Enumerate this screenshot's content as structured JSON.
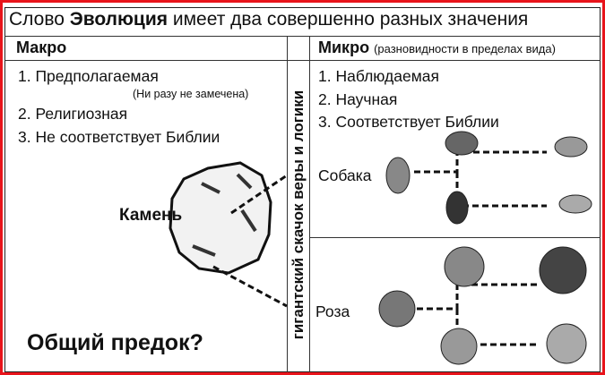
{
  "title": {
    "prefix": "Слово",
    "bold": "Эволюция",
    "suffix": "имеет два совершенно разных значения"
  },
  "macro": {
    "header": "Макро",
    "items": [
      "1. Предполагаемая",
      "2. Религиозная",
      "3. Не соответствует Библии"
    ],
    "note": "(Ни разу не замечена)",
    "rock_label": "Камень",
    "question": "Общий предок?"
  },
  "middle": {
    "vertical_text": "гигантский скачок веры и логики"
  },
  "micro": {
    "header": "Микро",
    "header_note": "(разновидности в пределах вида)",
    "items": [
      "1. Наблюдаемая",
      "2. Научная",
      "3. Соответствует Библии"
    ],
    "dog_label": "Собака",
    "rose_label": "Роза"
  },
  "colors": {
    "border": "#e8141b",
    "text": "#111111"
  }
}
